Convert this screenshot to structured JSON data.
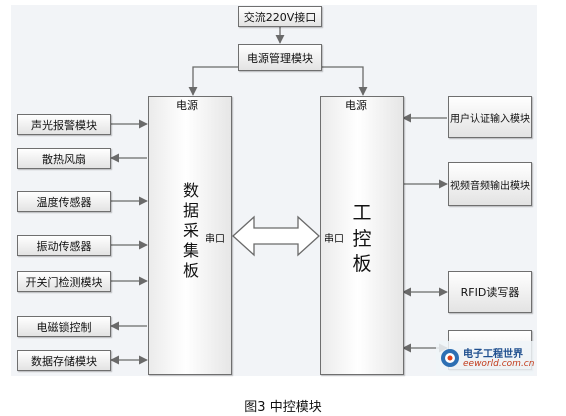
{
  "diagram": {
    "top": {
      "ac_input": "交流220V接口",
      "power_module": "电源管理模块"
    },
    "left_board": {
      "power": "电源",
      "title": "数\n据\n采\n集\n板",
      "serial": "串口"
    },
    "right_board": {
      "power": "电源",
      "title": "工\n控\n板",
      "serial": "串口"
    },
    "left_modules": [
      "声光报警模块",
      "散热风扇",
      "温度传感器",
      "振动传感器",
      "开关门检测模块",
      "电磁锁控制",
      "数据存储模块"
    ],
    "right_modules": [
      "用户认证输入模块",
      "视频音频输出模块",
      "RFID读写器",
      ""
    ]
  },
  "watermark": {
    "title": "电子工程世界",
    "url": "eeworld.com.cn"
  },
  "caption": "图3  中控模块"
}
